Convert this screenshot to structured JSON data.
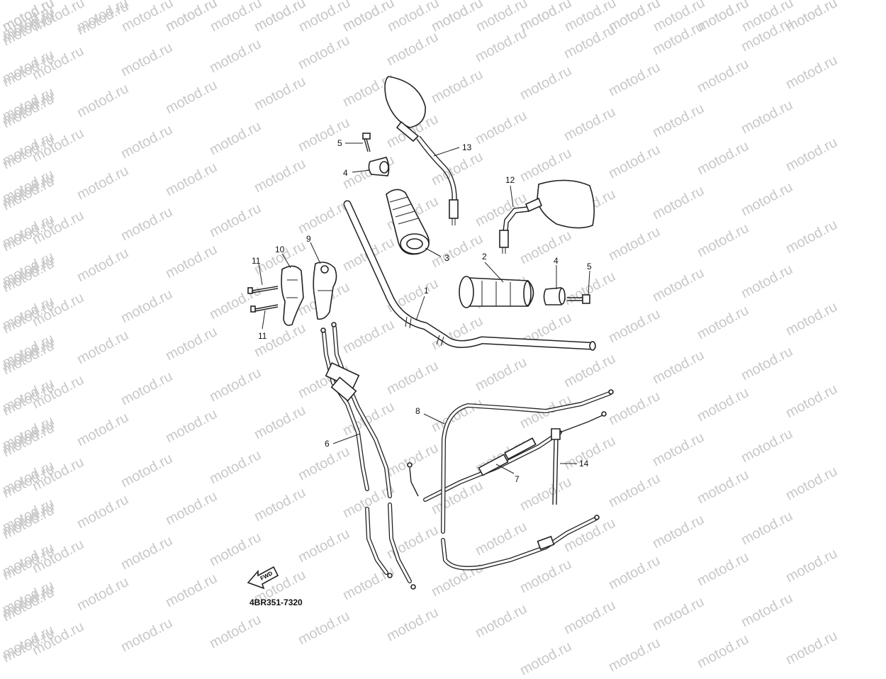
{
  "diagram": {
    "code": "4BR351-7320",
    "fwd_label": "FWD",
    "watermark": "motod.ru",
    "callouts": [
      "1",
      "2",
      "3",
      "4",
      "4",
      "5",
      "5",
      "6",
      "7",
      "8",
      "9",
      "10",
      "11",
      "11",
      "12",
      "13",
      "14"
    ]
  }
}
